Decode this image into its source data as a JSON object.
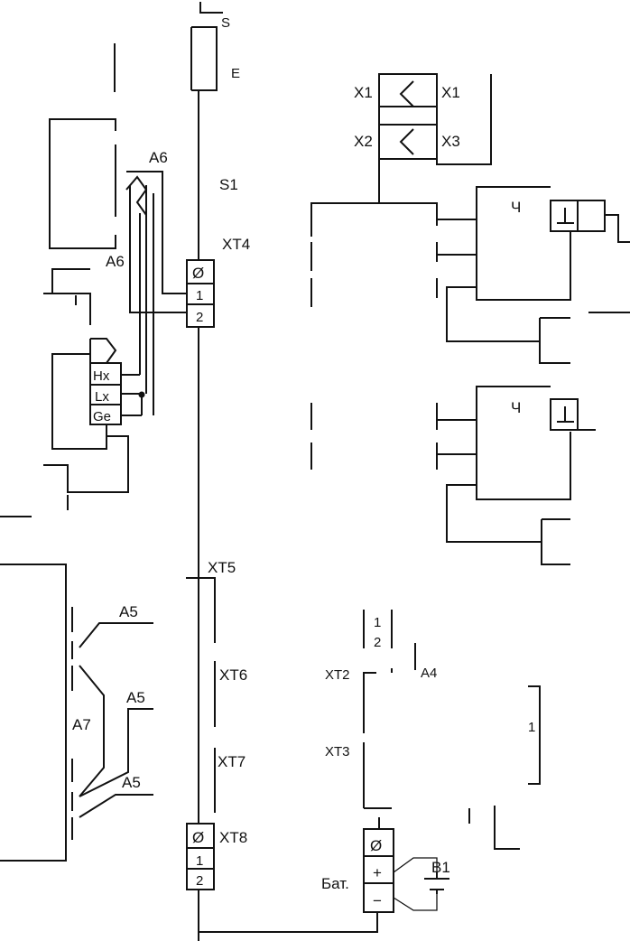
{
  "labels": {
    "s_top": "S",
    "e_top": "E",
    "s1": "S1",
    "a6_top": "A6",
    "a6_left": "A6",
    "xt4": "XT4",
    "xt4_phi": "Ø",
    "xt4_1": "1",
    "xt4_2": "2",
    "hx": "Hx",
    "lx": "Lx",
    "ge": "Ge",
    "x1_left": "X1",
    "x1_right": "X1",
    "x2_left": "X2",
    "x3_right": "X3",
    "ch_top": "Ч",
    "ch_bottom": "Ч",
    "xt5": "XT5",
    "xt6": "XT6",
    "xt7": "XT7",
    "xt8": "XT8",
    "xt8_phi": "Ø",
    "xt8_1": "1",
    "xt8_2": "2",
    "a5_top": "A5",
    "a5_mid": "A5",
    "a5_bottom": "A5",
    "a7": "A7",
    "t1": "1",
    "t2": "2",
    "a4": "A4",
    "xt2": "XT2",
    "xt3": "XT3",
    "one": "1",
    "bat_phi": "Ø",
    "plus": "+",
    "minus": "−",
    "bat": "Бат.",
    "b1": "B1"
  }
}
